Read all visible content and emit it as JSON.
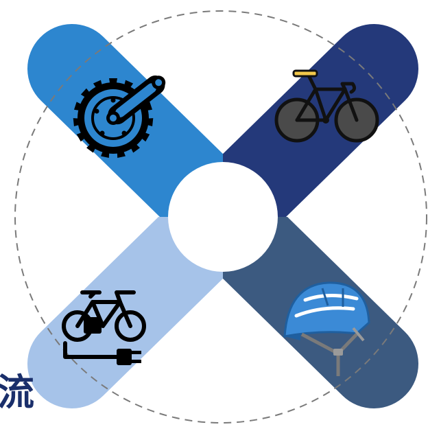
{
  "diagram": {
    "edge_text": "流",
    "quadrants": [
      {
        "id": "top-left",
        "subject": "crank-chainring",
        "icon": "crank-gear-icon",
        "color": "#2d86cf"
      },
      {
        "id": "top-right",
        "subject": "road-bicycle",
        "icon": "road-bike-icon",
        "color": "#24397a"
      },
      {
        "id": "bottom-left",
        "subject": "electric-bicycle",
        "icon": "e-bike-plug-icon",
        "color": "#a6c3e9"
      },
      {
        "id": "bottom-right",
        "subject": "cycling-helmet",
        "icon": "helmet-icon",
        "color": "#3c5a80"
      }
    ],
    "center_color": "#ffffff",
    "ring_color": "#7a7a7a"
  }
}
